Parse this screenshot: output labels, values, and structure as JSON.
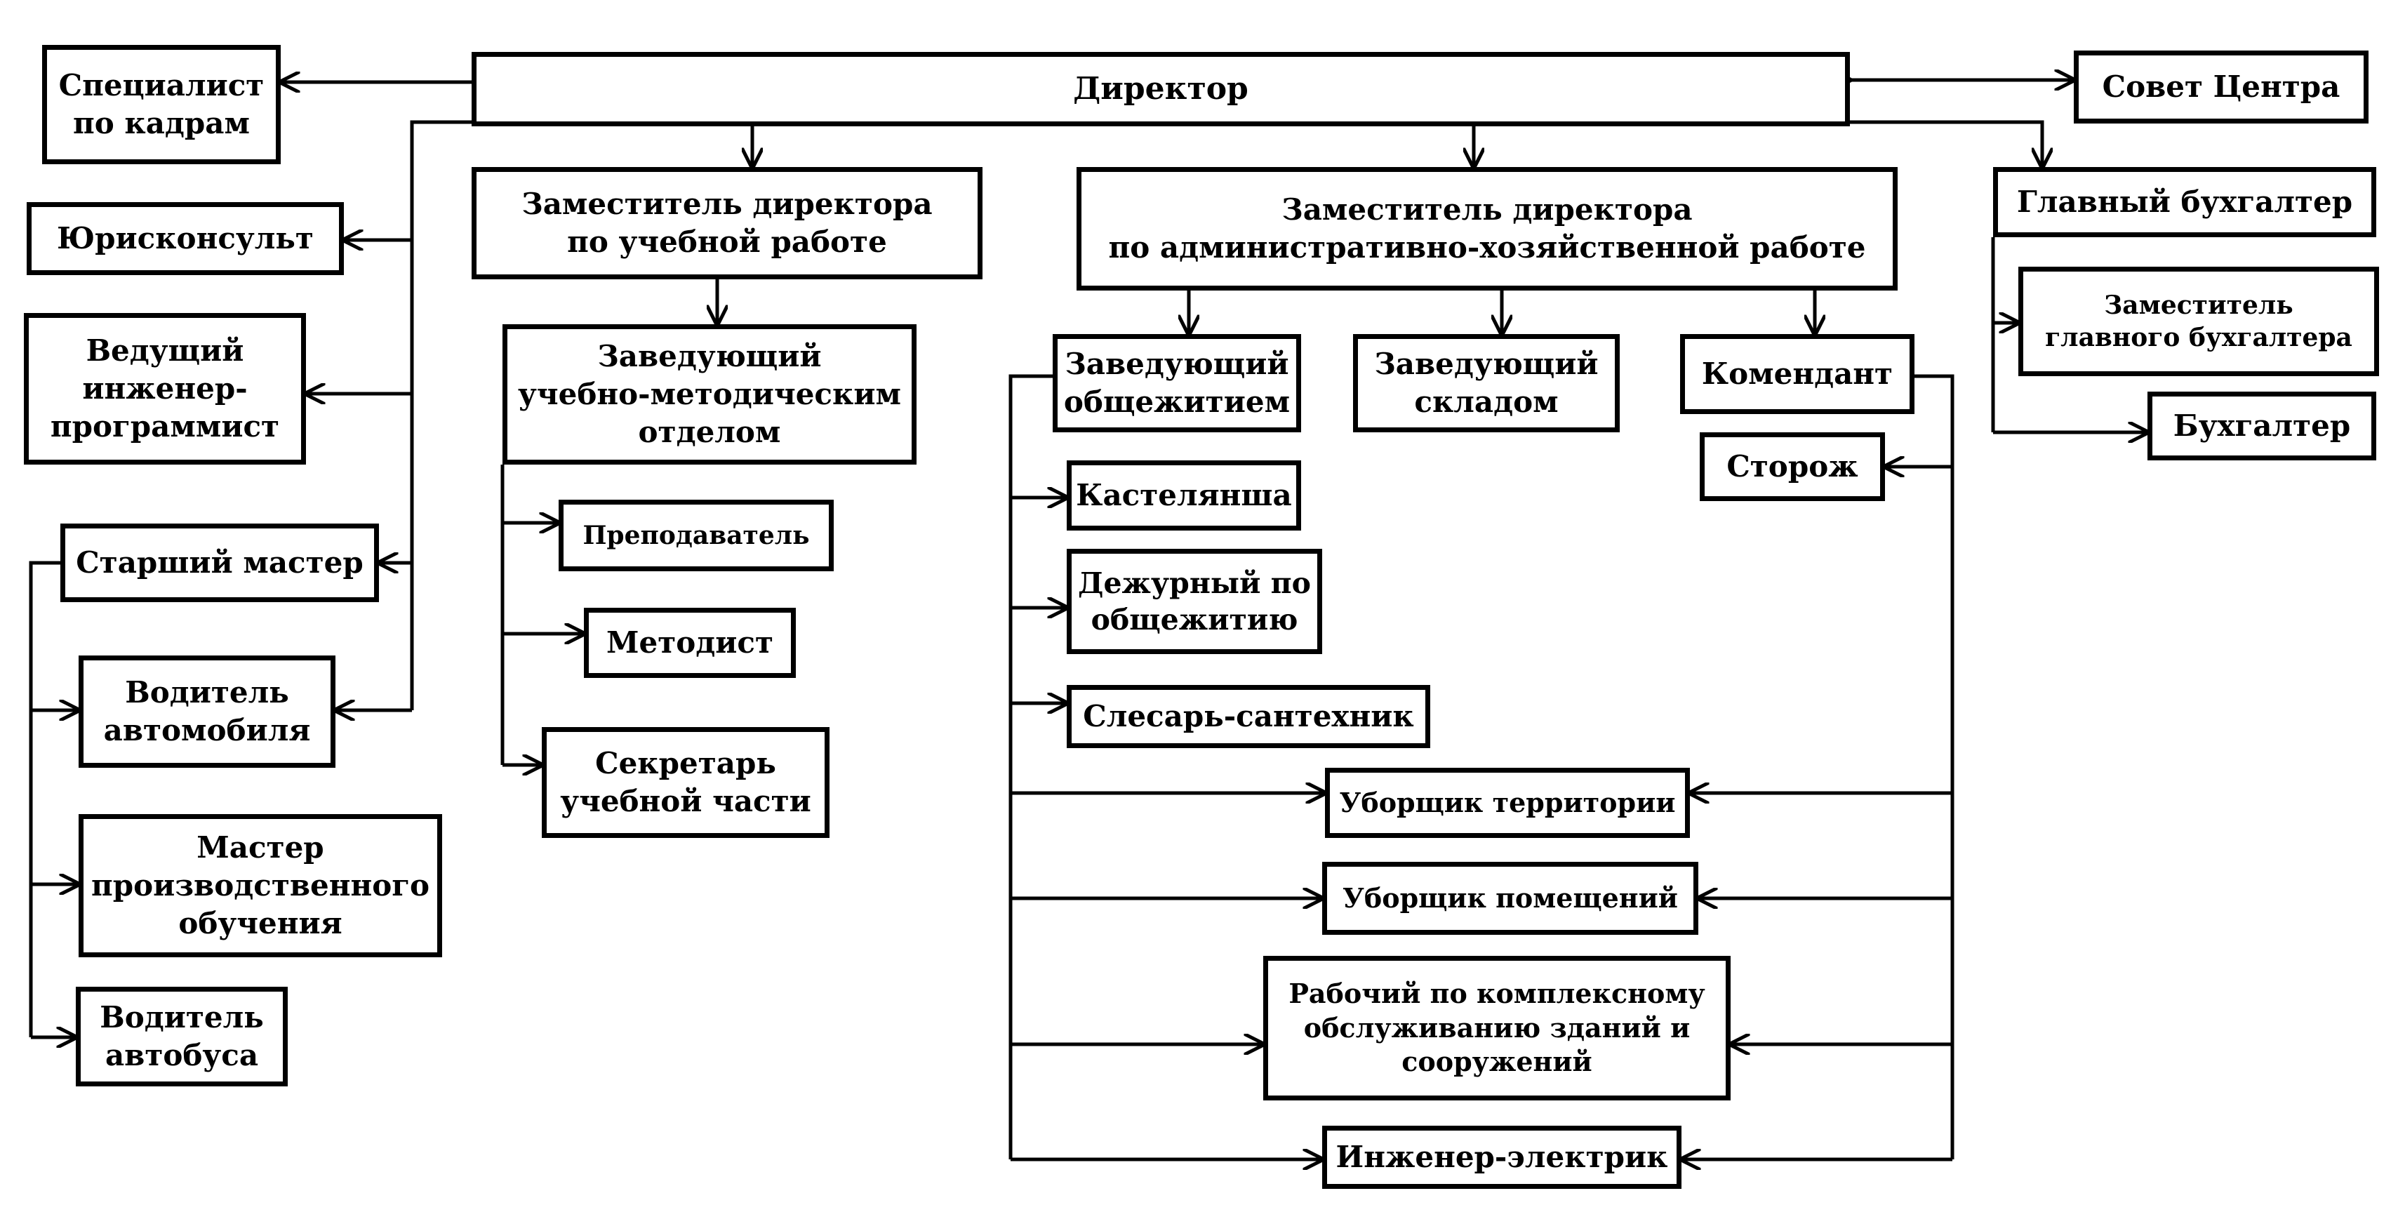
{
  "diagram": {
    "colors": {
      "line": "#000000",
      "box_border": "#000000",
      "background": "#ffffff"
    },
    "nodes": {
      "director": "Директор",
      "hr_specialist": "Специалист\nпо кадрам",
      "center_council": "Совет Центра",
      "legal_counsel": "Юрисконсульт",
      "lead_engineer_programmer": "Ведущий\nинженер-\nпрограммист",
      "senior_master": "Старший мастер",
      "car_driver": "Водитель\nавтомобиля",
      "production_master": "Мастер\nпроизводственного\nобучения",
      "bus_driver": "Водитель\nавтобуса",
      "deputy_academic": "Заместитель директора\nпо учебной работе",
      "head_methodical_dept": "Заведующий\nучебно-методическим\nотделом",
      "teacher": "Преподаватель",
      "methodist": "Методист",
      "academic_secretary": "Секретарь\nучебной части",
      "deputy_admin": "Заместитель директора\nпо административно-хозяйственной работе",
      "head_dormitory": "Заведующий\nобщежитием",
      "head_warehouse": "Заведующий\nскладом",
      "commandant": "Комендант",
      "watchman": "Сторож",
      "linen_keeper": "Кастелянша",
      "dorm_duty": "Дежурный по\nобщежитию",
      "plumber": "Слесарь-сантехник",
      "territory_cleaner": "Уборщик территории",
      "premises_cleaner": "Уборщик помещений",
      "maintenance_worker": "Рабочий по комплексному\nобслуживанию зданий и\nсооружений",
      "electrical_engineer": "Инженер-электрик",
      "chief_accountant": "Главный бухгалтер",
      "deputy_chief_accountant": "Заместитель\nглавного бухгалтера",
      "accountant": "Бухгалтер"
    }
  }
}
